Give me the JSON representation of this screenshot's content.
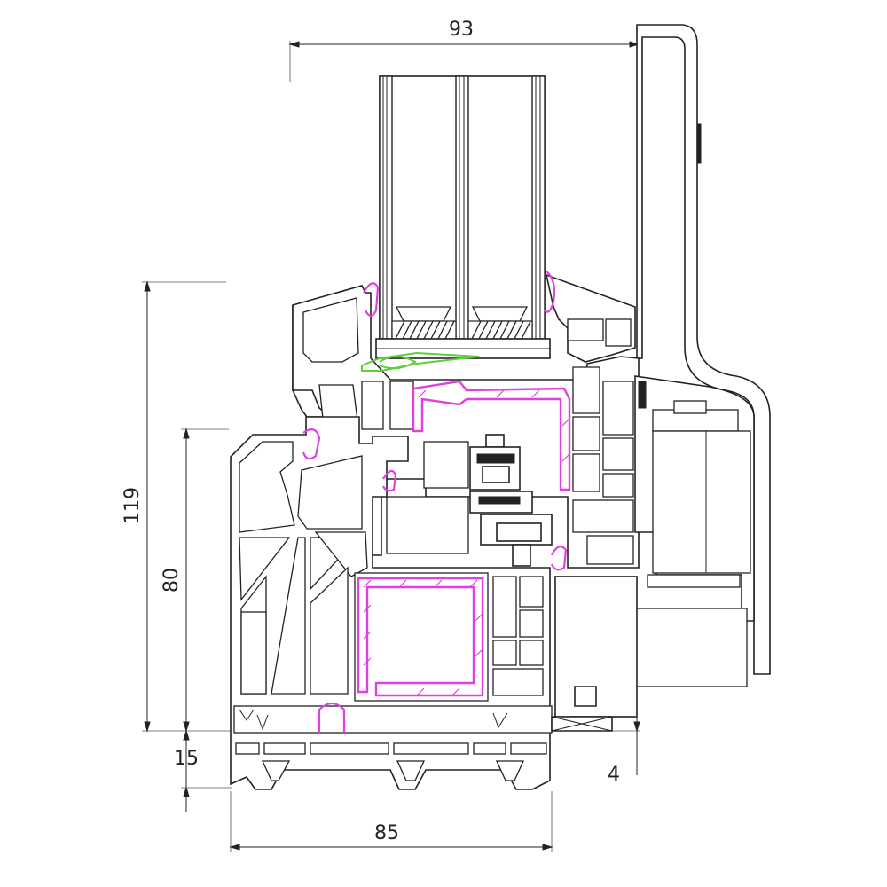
{
  "dimensions": {
    "overall_depth": "93",
    "overall_height": "119",
    "frame_height": "80",
    "bottom_offset": "15",
    "frame_depth": "85",
    "step_offset": "4"
  },
  "colors": {
    "line": "#222222",
    "gasket_magenta": "#e040e0",
    "reinforcement_magenta": "#e040e0",
    "glazing_clip_green": "#5ccf3a",
    "background": "#ffffff"
  }
}
